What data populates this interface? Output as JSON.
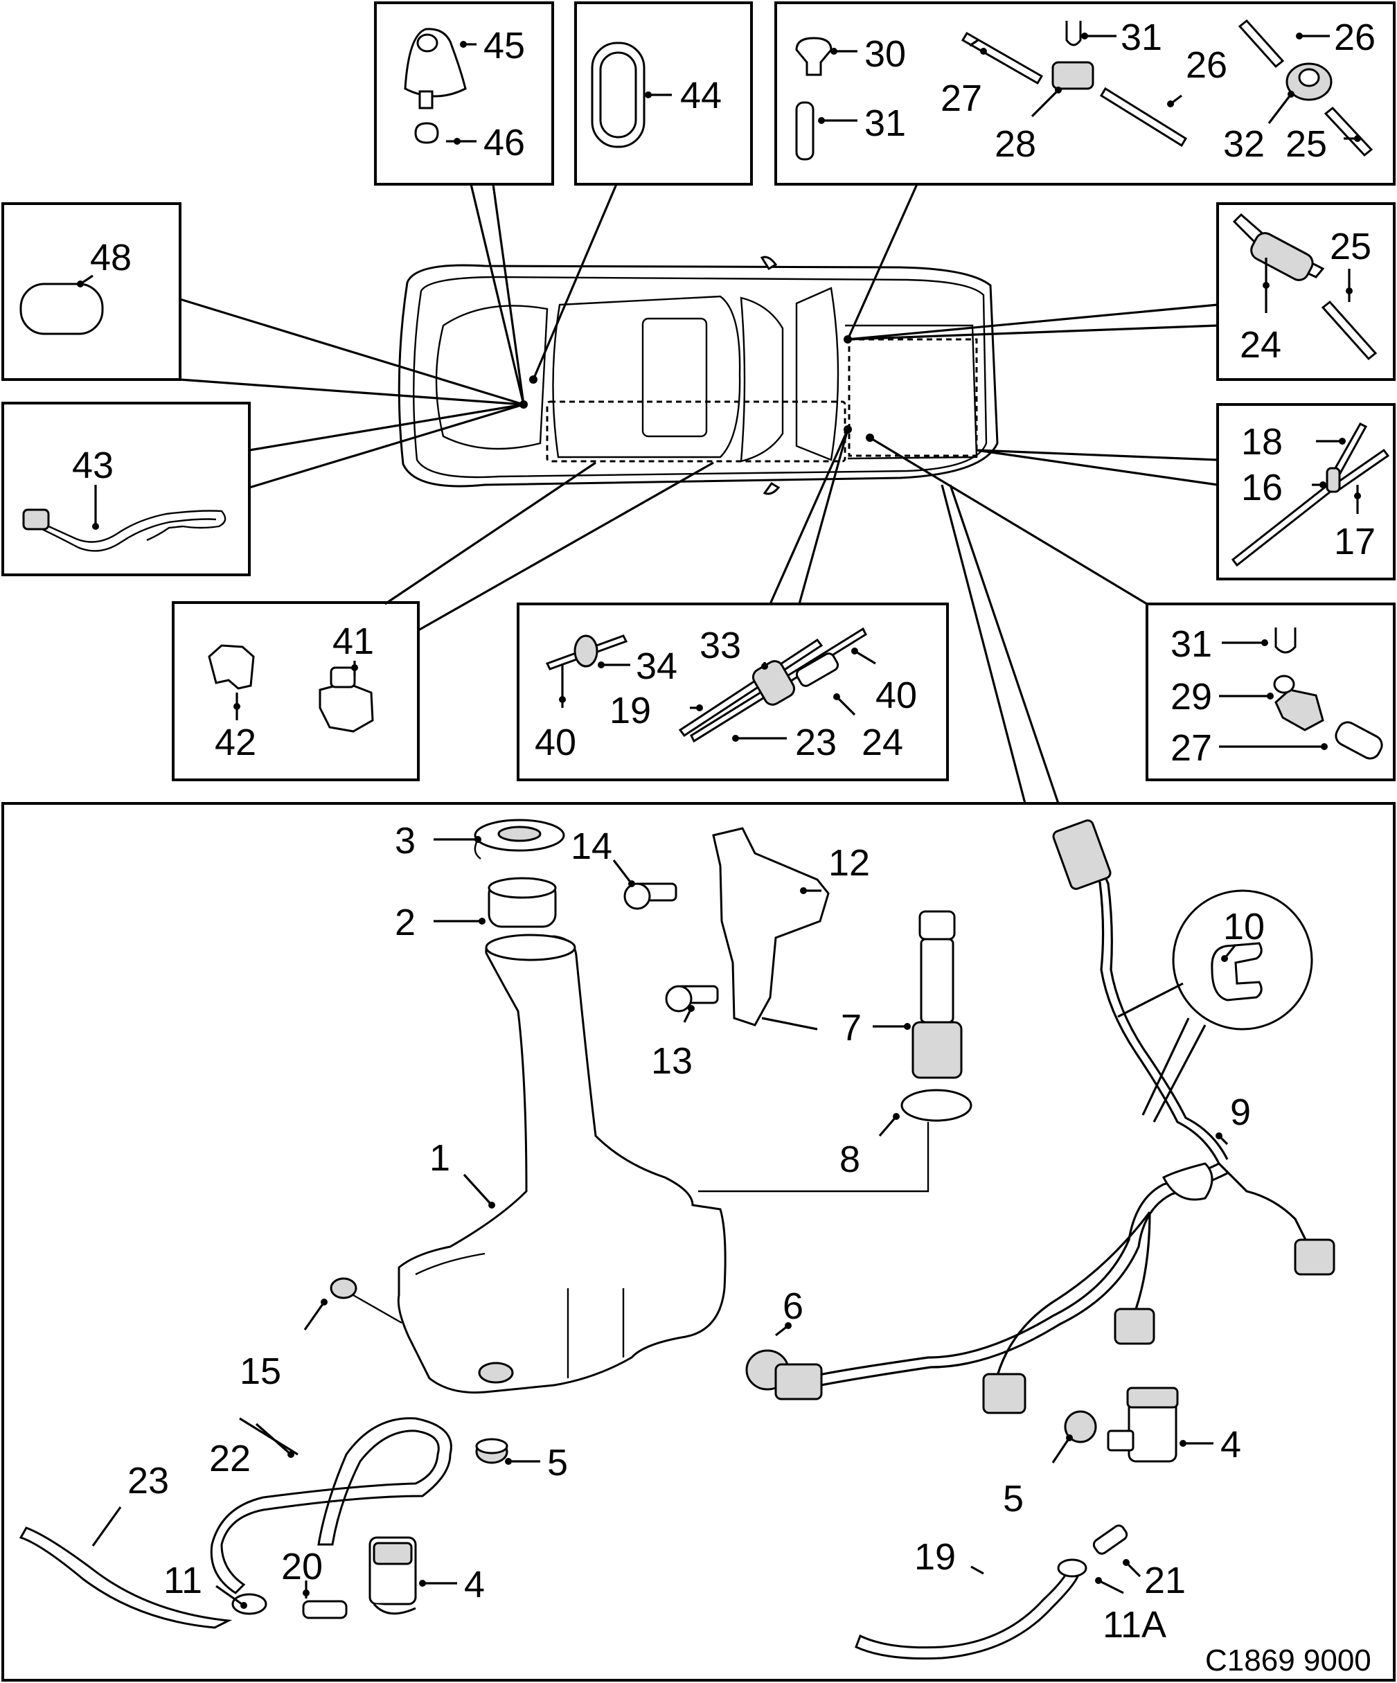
{
  "diagram_code": "C1869 9000",
  "callouts": {
    "c1": "1",
    "c2": "2",
    "c3": "3",
    "c4a": "4",
    "c4b": "4",
    "c5a": "5",
    "c5b": "5",
    "c6": "6",
    "c7": "7",
    "c8": "8",
    "c9": "9",
    "c10": "10",
    "c11": "11",
    "c11a": "11A",
    "c12": "12",
    "c13": "13",
    "c14": "14",
    "c15": "15",
    "c16": "16",
    "c17": "17",
    "c18": "18",
    "c19a": "19",
    "c19b": "19",
    "c20": "20",
    "c21": "21",
    "c22": "22",
    "c23a": "23",
    "c23b": "23",
    "c24a": "24",
    "c24b": "24",
    "c25a": "25",
    "c25b": "25",
    "c26a": "26",
    "c26b": "26",
    "c27a": "27",
    "c27b": "27",
    "c28": "28",
    "c29": "29",
    "c30": "30",
    "c31a": "31",
    "c31b": "31",
    "c31c": "31",
    "c32": "32",
    "c33": "33",
    "c34": "34",
    "c40a": "40",
    "c40b": "40",
    "c41": "41",
    "c42": "42",
    "c43": "43",
    "c44": "44",
    "c45": "45",
    "c46": "46",
    "c48": "48"
  }
}
